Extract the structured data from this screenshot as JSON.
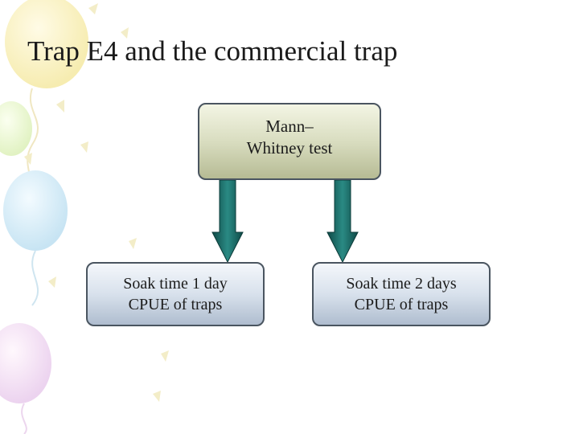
{
  "title": "Trap E4 and the commercial trap",
  "diagram": {
    "top_node": {
      "line1": "Mann–",
      "line2": "Whitney test"
    },
    "left_node": {
      "line1": "Soak time 1 day",
      "line2": "CPUE of traps"
    },
    "right_node": {
      "line1": "Soak time 2 days",
      "line2": "CPUE of traps"
    }
  },
  "colors": {
    "top_box": "#d9ddc0",
    "bottom_box": "#d8e1ec",
    "arrow": "#1e6f6a",
    "border": "#4a5560"
  },
  "icons": [
    "balloon-decoration"
  ]
}
